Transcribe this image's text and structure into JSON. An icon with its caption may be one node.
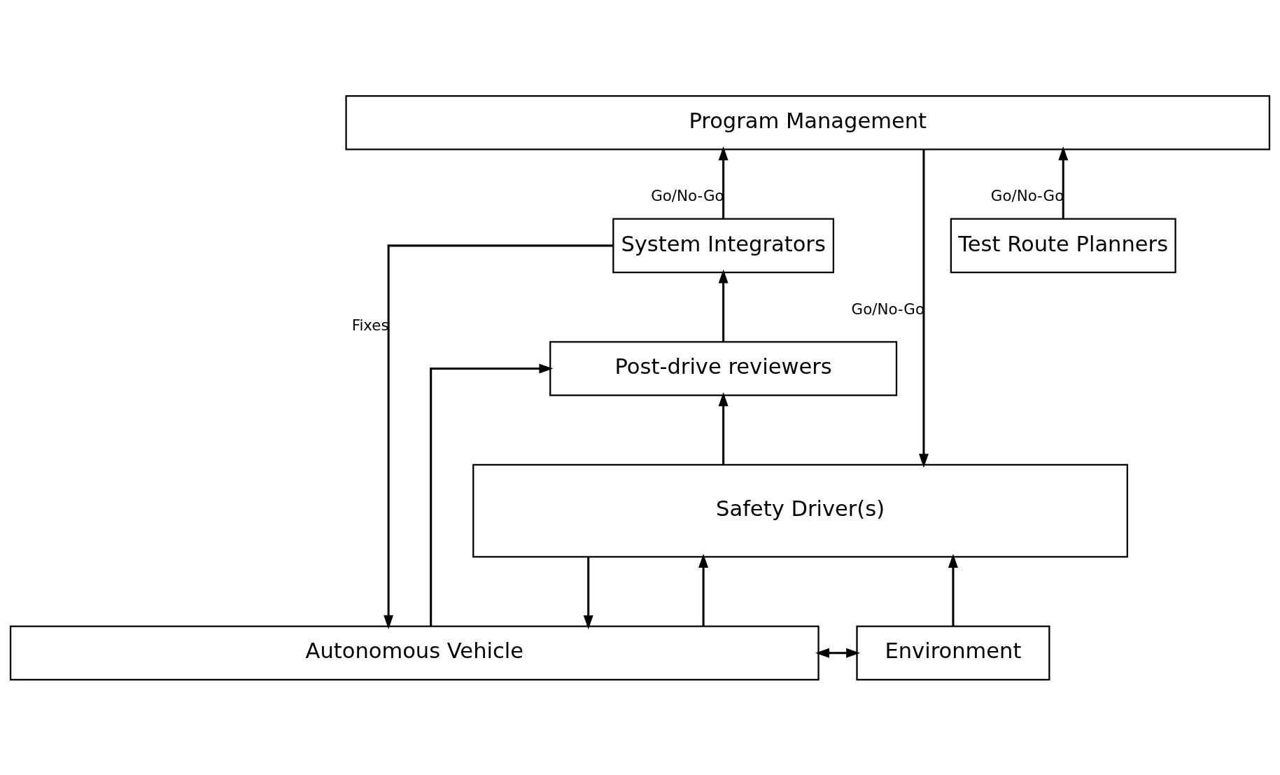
{
  "diagram": {
    "nodes": [
      {
        "text": [
          "Program Management"
        ]
      },
      {
        "text": [
          "System Integrators"
        ]
      },
      {
        "text": [
          "Test Route Planners"
        ]
      },
      {
        "text": [
          "Post-drive reviewers"
        ]
      },
      {
        "text": [
          "Safety Driver(s)"
        ]
      },
      {
        "text": [
          "Autonomous Vehicle"
        ]
      },
      {
        "text": [
          "Environment"
        ]
      }
    ],
    "edges": [
      {
        "from": 1,
        "to": 0,
        "arrow": "to",
        "label": "Go/No-Go"
      },
      {
        "from": 2,
        "to": 0,
        "arrow": "to",
        "label": "Go/No-Go"
      },
      {
        "from": 0,
        "to": 4,
        "arrow": "to",
        "label": "Go/No-Go"
      },
      {
        "from": 1,
        "to": 5,
        "arrow": "to",
        "label": "Fixes"
      },
      {
        "from": 3,
        "to": 1,
        "arrow": "to"
      },
      {
        "from": 5,
        "to": 3,
        "arrow": "to"
      },
      {
        "from": 4,
        "to": 3,
        "arrow": "to"
      },
      {
        "from": 4,
        "to": 5,
        "arrow": "to"
      },
      {
        "from": 5,
        "to": 4,
        "arrow": "to"
      },
      {
        "from": 5,
        "to": 6,
        "arrow": "both"
      },
      {
        "from": 6,
        "to": 4,
        "arrow": "to"
      }
    ]
  }
}
